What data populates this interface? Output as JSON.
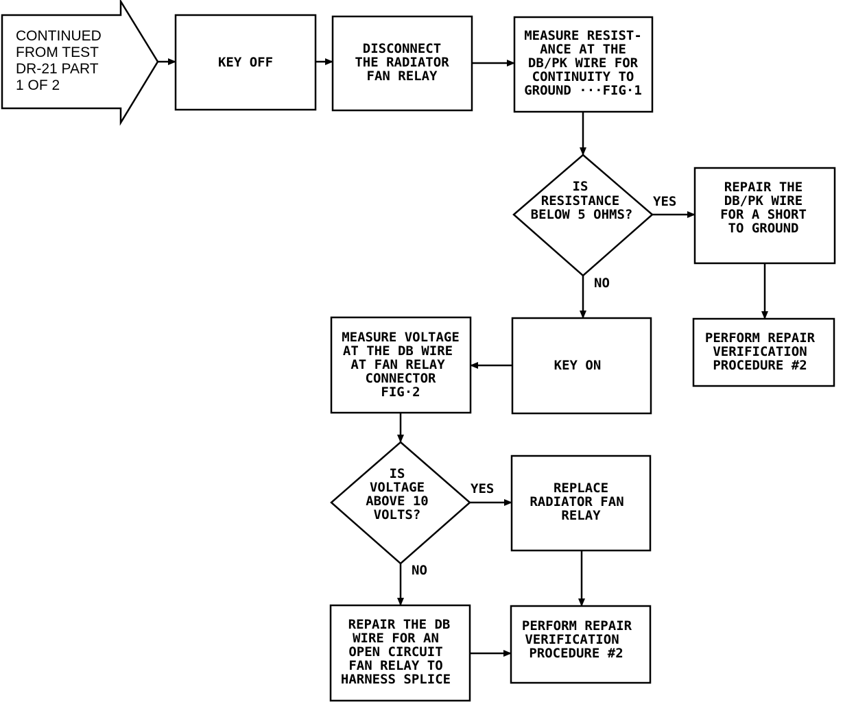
{
  "entry": {
    "lines": [
      "CONTINUED",
      "FROM TEST",
      "DR-21 PART",
      "1 OF 2"
    ]
  },
  "nodes": [
    {
      "id": "key-off",
      "kind": "box",
      "lines": [
        "KEY OFF"
      ]
    },
    {
      "id": "disconnect-relay",
      "kind": "box",
      "lines": [
        "DISCONNECT",
        "THE RADIATOR",
        "FAN RELAY"
      ]
    },
    {
      "id": "measure-resistance",
      "kind": "box",
      "lines": [
        "MEASURE RESIST-",
        "ANCE AT THE",
        "DB/PK WIRE FOR",
        "CONTINUITY TO",
        "GROUND ···FIG·1"
      ]
    },
    {
      "id": "resistance-decision",
      "kind": "diamond",
      "lines": [
        "IS",
        "RESISTANCE",
        "BELOW 5 OHMS?"
      ]
    },
    {
      "id": "repair-short",
      "kind": "box",
      "lines": [
        "REPAIR THE",
        "DB/PK WIRE",
        "FOR A SHORT",
        "TO GROUND"
      ]
    },
    {
      "id": "verify-1",
      "kind": "box",
      "lines": [
        "PERFORM REPAIR",
        "VERIFICATION",
        "PROCEDURE #2"
      ]
    },
    {
      "id": "key-on",
      "kind": "box",
      "lines": [
        "KEY ON"
      ]
    },
    {
      "id": "measure-voltage",
      "kind": "box",
      "lines": [
        "MEASURE VOLTAGE",
        "AT THE DB WIRE",
        "AT FAN RELAY",
        "CONNECTOR",
        "FIG·2"
      ]
    },
    {
      "id": "voltage-decision",
      "kind": "diamond",
      "lines": [
        "IS",
        "VOLTAGE",
        "ABOVE 10",
        "VOLTS?"
      ]
    },
    {
      "id": "replace-relay",
      "kind": "box",
      "lines": [
        "REPLACE",
        "RADIATOR FAN",
        "RELAY"
      ]
    },
    {
      "id": "repair-open",
      "kind": "box",
      "lines": [
        "REPAIR THE DB",
        "WIRE FOR AN",
        "OPEN CIRCUIT",
        "FAN RELAY TO",
        "HARNESS SPLICE"
      ]
    },
    {
      "id": "verify-2",
      "kind": "box",
      "lines": [
        "PERFORM REPAIR",
        "VERIFICATION",
        "PROCEDURE #2"
      ]
    }
  ],
  "edges": [
    {
      "from": "entry",
      "to": "key-off",
      "label": ""
    },
    {
      "from": "key-off",
      "to": "disconnect-relay",
      "label": ""
    },
    {
      "from": "disconnect-relay",
      "to": "measure-resistance",
      "label": ""
    },
    {
      "from": "measure-resistance",
      "to": "resistance-decision",
      "label": ""
    },
    {
      "from": "resistance-decision",
      "to": "repair-short",
      "label": "YES"
    },
    {
      "from": "repair-short",
      "to": "verify-1",
      "label": ""
    },
    {
      "from": "resistance-decision",
      "to": "key-on",
      "label": "NO"
    },
    {
      "from": "key-on",
      "to": "measure-voltage",
      "label": ""
    },
    {
      "from": "measure-voltage",
      "to": "voltage-decision",
      "label": ""
    },
    {
      "from": "voltage-decision",
      "to": "replace-relay",
      "label": "YES"
    },
    {
      "from": "replace-relay",
      "to": "verify-2",
      "label": ""
    },
    {
      "from": "voltage-decision",
      "to": "repair-open",
      "label": "NO"
    },
    {
      "from": "repair-open",
      "to": "verify-2",
      "label": ""
    }
  ]
}
